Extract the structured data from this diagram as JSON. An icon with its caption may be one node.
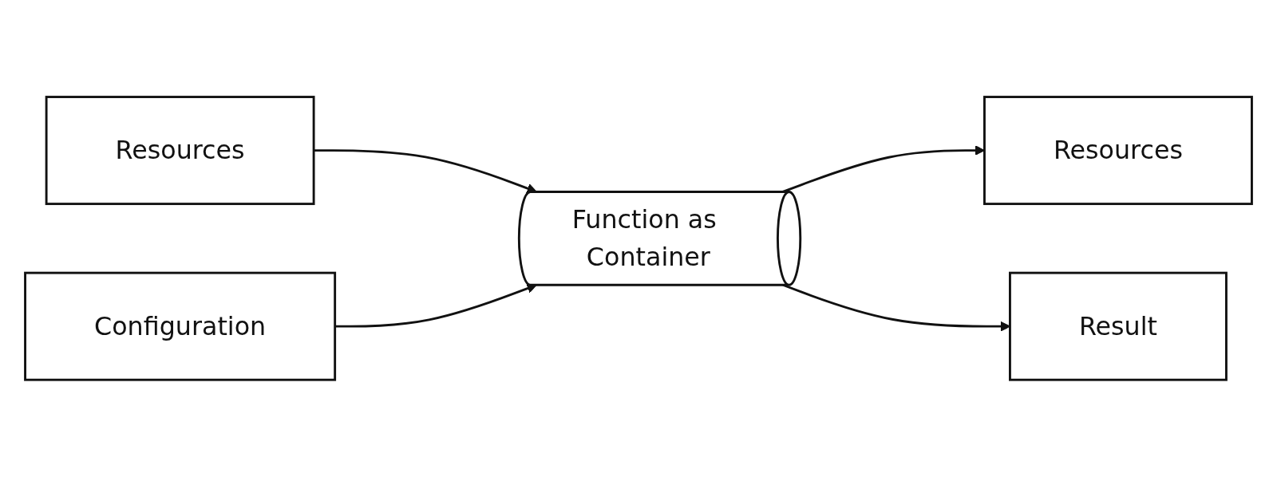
{
  "diagram": {
    "nodes": [
      {
        "text": [
          "Resources"
        ]
      },
      {
        "text": [
          "Configuration"
        ]
      },
      {
        "text": [
          "Function as Container"
        ]
      },
      {
        "text": [
          "Resources"
        ]
      },
      {
        "text": [
          "Result"
        ]
      }
    ],
    "edges": [
      {
        "from": 0,
        "to": 2,
        "arrow": "to"
      },
      {
        "from": 1,
        "to": 2,
        "arrow": "to"
      },
      {
        "from": 2,
        "to": 3,
        "arrow": "to"
      },
      {
        "from": 2,
        "to": 4,
        "arrow": "to"
      }
    ]
  }
}
